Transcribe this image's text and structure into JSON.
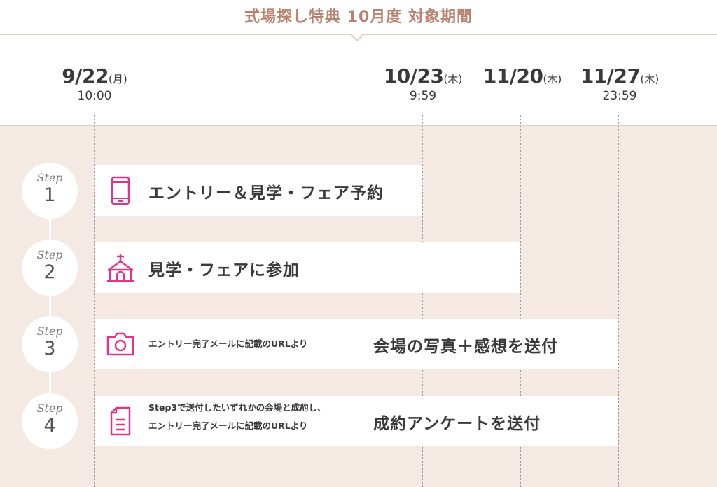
{
  "title": "式場探し特典 10月度 対象期間",
  "dates": [
    {
      "date": "9/22",
      "weekday": "(月)",
      "time": "10:00"
    },
    {
      "date": "10/23",
      "weekday": "(木)",
      "time": "9:59"
    },
    {
      "date": "11/20",
      "weekday": "(木)",
      "time": ""
    },
    {
      "date": "11/27",
      "weekday": "(木)",
      "time": "23:59"
    }
  ],
  "step_word": "Step",
  "steps": [
    {
      "number": "1",
      "title": "エントリー＆見学・フェア予約",
      "note1": "",
      "note2": "",
      "icon": "smartphone-icon"
    },
    {
      "number": "2",
      "title": "見学・フェアに参加",
      "note1": "",
      "note2": "",
      "icon": "chapel-icon"
    },
    {
      "number": "3",
      "title": "会場の写真＋感想を送付",
      "note1": "エントリー完了メールに記載のURLより",
      "note2": "",
      "icon": "camera-icon"
    },
    {
      "number": "4",
      "title": "成約アンケートを送付",
      "note1": "Step3で送付したいずれかの会場と成約し、",
      "note2": "エントリー完了メールに記載のURLより",
      "icon": "document-icon"
    }
  ],
  "colors": {
    "accent": "#e0358b",
    "title": "#b9836f",
    "band": "#f5e9e4",
    "line": "#e3cbc3"
  }
}
